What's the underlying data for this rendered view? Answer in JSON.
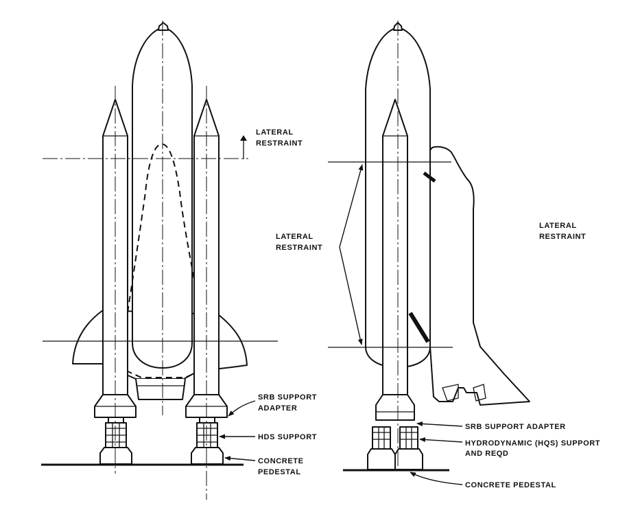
{
  "left_view": {
    "labels": {
      "lateral_restraint": [
        "LATERAL",
        "RESTRAINT"
      ],
      "srb_support_adapter": [
        "SRB SUPPORT",
        "ADAPTER"
      ],
      "hds_support": "HDS SUPPORT",
      "concrete_pedestal": [
        "CONCRETE",
        "PEDESTAL"
      ]
    }
  },
  "right_view": {
    "labels": {
      "lateral_restraint_left": [
        "LATERAL",
        "RESTRAINT"
      ],
      "lateral_restraint_right": [
        "LATERAL",
        "RESTRAINT"
      ],
      "srb_support_adapter": "SRB SUPPORT ADAPTER",
      "hqs_support": [
        "HYDRODYNAMIC (HQS) SUPPORT",
        "AND REQD"
      ],
      "concrete_pedestal": "CONCRETE PEDESTAL"
    }
  }
}
